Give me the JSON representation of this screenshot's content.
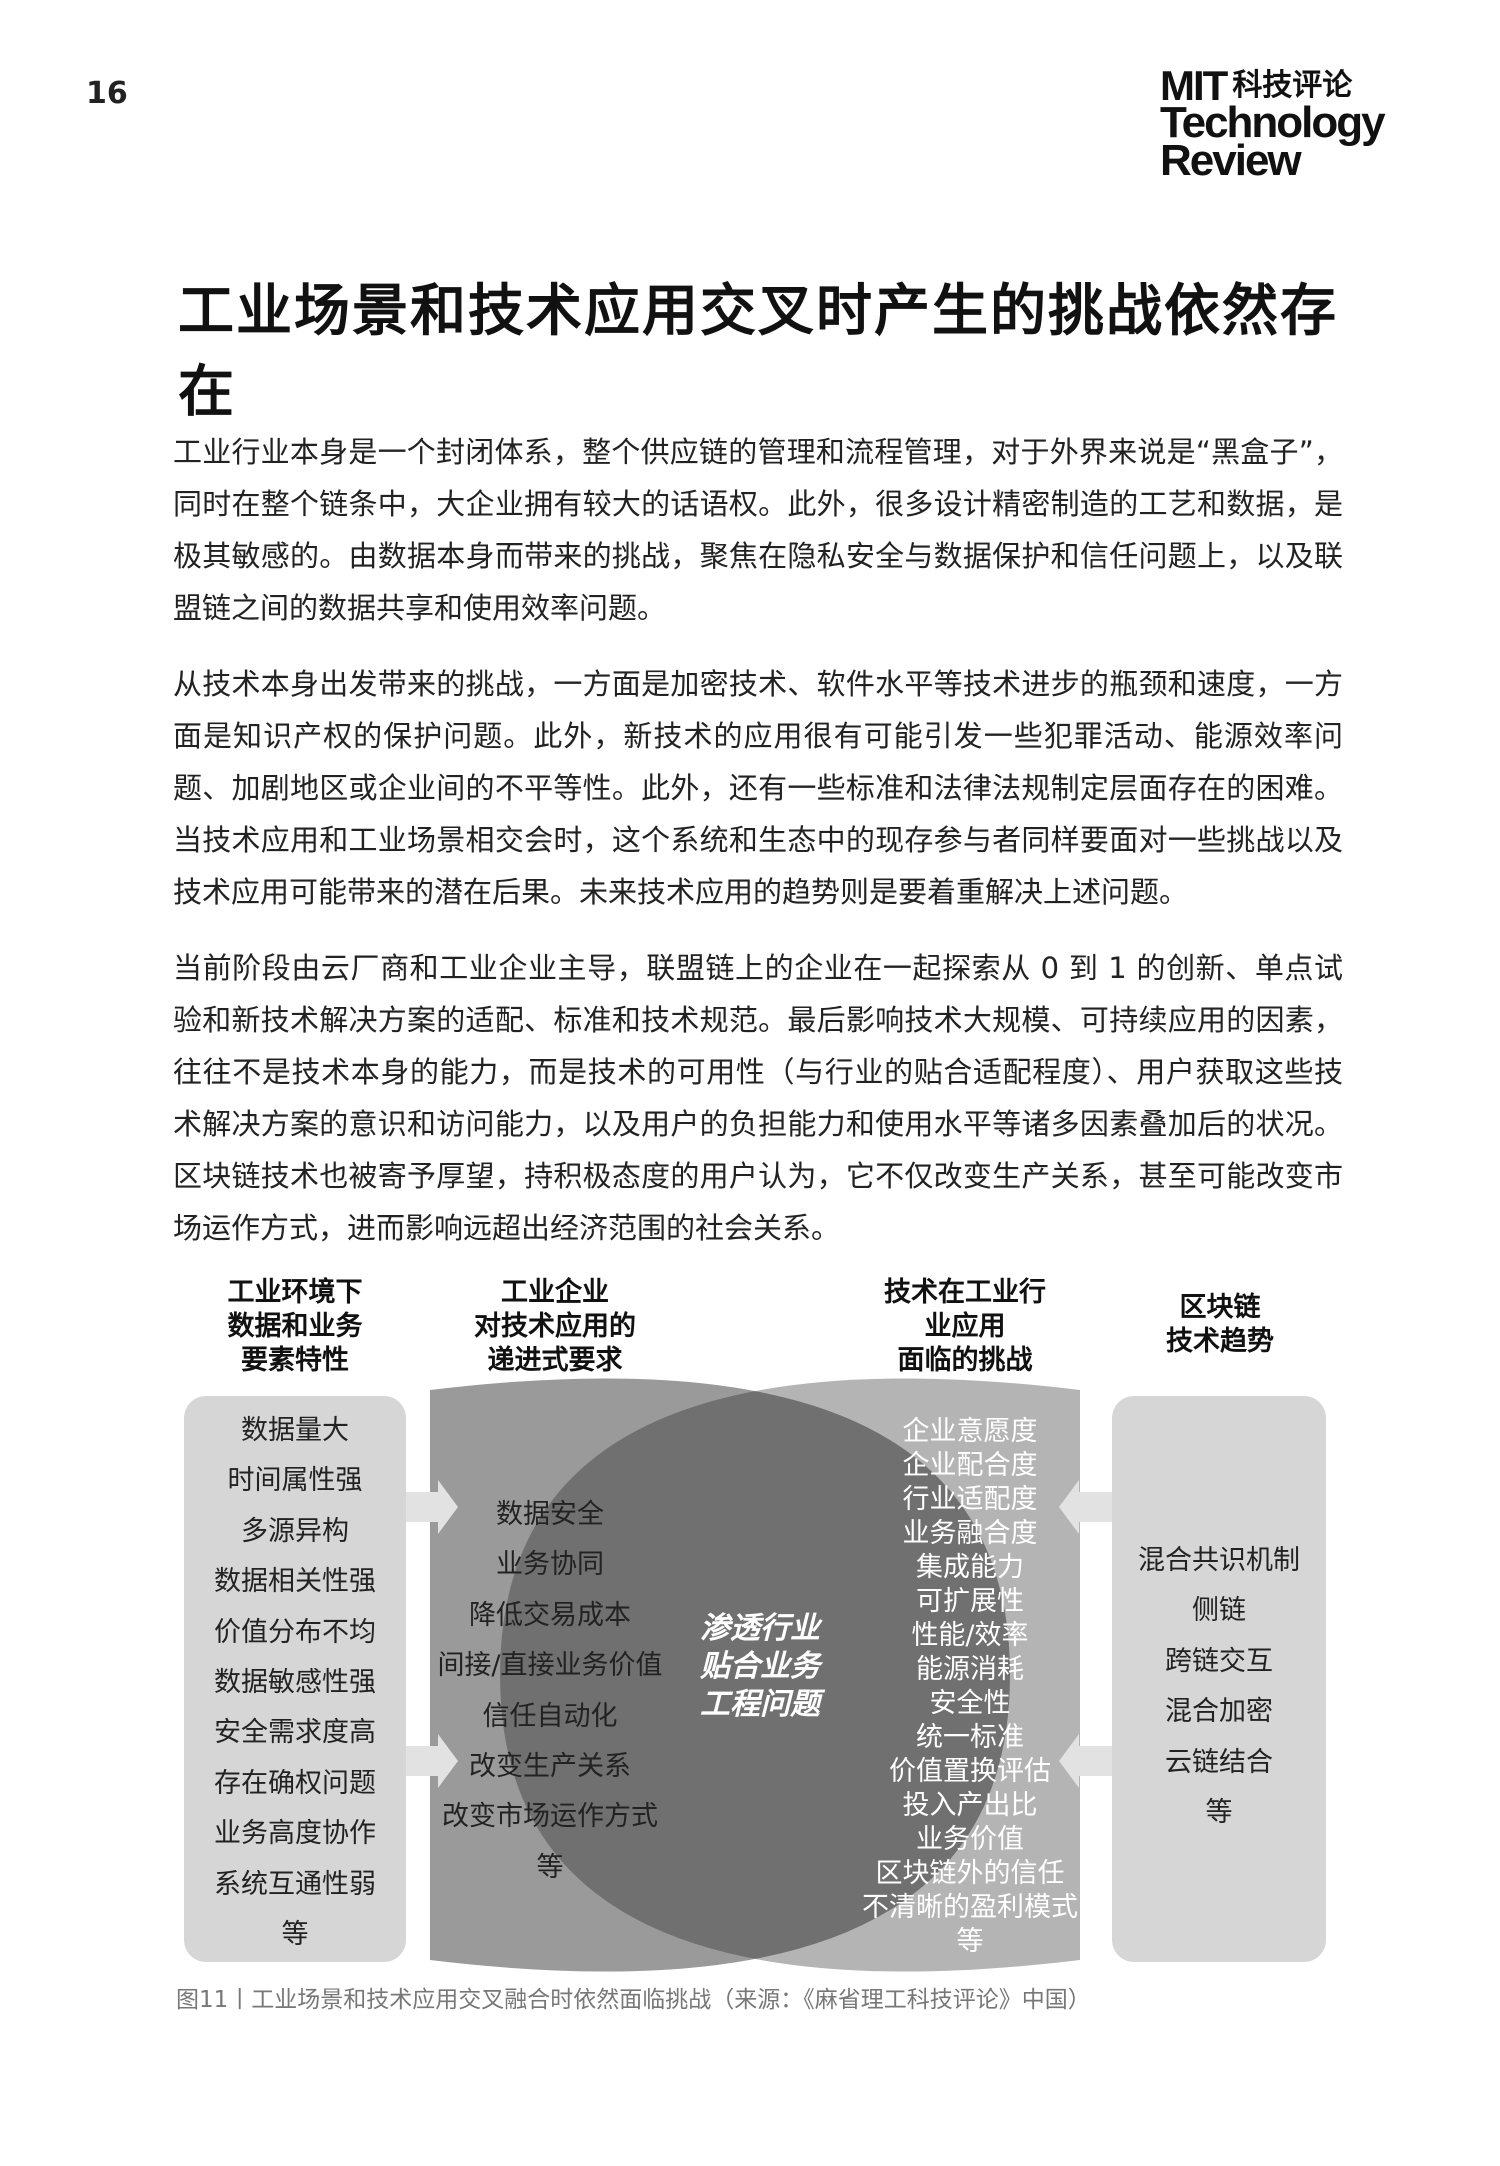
{
  "header": {
    "page_number": "16",
    "logo": {
      "line1": "MIT",
      "line1_cn": "科技评论",
      "line2": "Technology",
      "line3": "Review"
    }
  },
  "title": "工业场景和技术应用交叉时产生的挑战依然存在",
  "paragraphs": [
    "工业行业本身是一个封闭体系，整个供应链的管理和流程管理，对于外界来说是“黑盒子”，同时在整个链条中，大企业拥有较大的话语权。此外，很多设计精密制造的工艺和数据，是极其敏感的。由数据本身而带来的挑战，聚焦在隐私安全与数据保护和信任问题上，以及联盟链之间的数据共享和使用效率问题。",
    "从技术本身出发带来的挑战，一方面是加密技术、软件水平等技术进步的瓶颈和速度，一方面是知识产权的保护问题。此外，新技术的应用很有可能引发一些犯罪活动、能源效率问题、加剧地区或企业间的不平等性。此外，还有一些标准和法律法规制定层面存在的困难。当技术应用和工业场景相交会时，这个系统和生态中的现存参与者同样要面对一些挑战以及技术应用可能带来的潜在后果。未来技术应用的趋势则是要着重解决上述问题。",
    "当前阶段由云厂商和工业企业主导，联盟链上的企业在一起探索从 0 到 1 的创新、单点试验和新技术解决方案的适配、标准和技术规范。最后影响技术大规模、可持续应用的因素，往往不是技术本身的能力，而是技术的可用性（与行业的贴合适配程度）、用户获取这些技术解决方案的意识和访问能力，以及用户的负担能力和使用水平等诸多因素叠加后的状况。区块链技术也被寄予厚望，持积极态度的用户认为，它不仅改变生产关系，甚至可能改变市场运作方式，进而影响远超出经济范围的社会关系。"
  ],
  "diagram": {
    "col1": {
      "heading": [
        "工业环境下",
        "数据和业务",
        "要素特性"
      ],
      "items": [
        "数据量大",
        "时间属性强",
        "多源异构",
        "数据相关性强",
        "价值分布不均",
        "数据敏感性强",
        "安全需求度高",
        "存在确权问题",
        "业务高度协作",
        "系统互通性弱",
        "等"
      ]
    },
    "col2": {
      "heading": [
        "工业企业",
        "对技术应用的",
        "递进式要求"
      ],
      "items": [
        "数据安全",
        "业务协同",
        "降低交易成本",
        "间接/直接业务价值",
        "信任自动化",
        "改变生产关系",
        "改变市场运作方式",
        "等"
      ]
    },
    "center": [
      "渗透行业",
      "贴合业务",
      "工程问题"
    ],
    "col3": {
      "heading": [
        "技术在工业行",
        "业应用",
        "面临的挑战"
      ],
      "items": [
        "企业意愿度",
        "企业配合度",
        "行业适配度",
        "业务融合度",
        "集成能力",
        "可扩展性",
        "性能/效率",
        "能源消耗",
        "安全性",
        "统一标准",
        "价值置换评估",
        "投入产出比",
        "业务价值",
        "区块链外的信任",
        "不清晰的盈利模式",
        "等"
      ]
    },
    "col4": {
      "heading": [
        "区块链",
        "技术趋势"
      ],
      "items": [
        "混合共识机制",
        "侧链",
        "跨链交互",
        "混合加密",
        "云链结合",
        "等"
      ]
    },
    "colors": {
      "pill": "#d6d6d6",
      "lens_left": "#9a9a9a",
      "lens_right": "#b4b4b4",
      "overlap": "#707070",
      "arrow": "#e2e2e2"
    }
  },
  "caption": "图11丨工业场景和技术应用交叉融合时依然面临挑战（来源：《麻省理工科技评论》中国）"
}
